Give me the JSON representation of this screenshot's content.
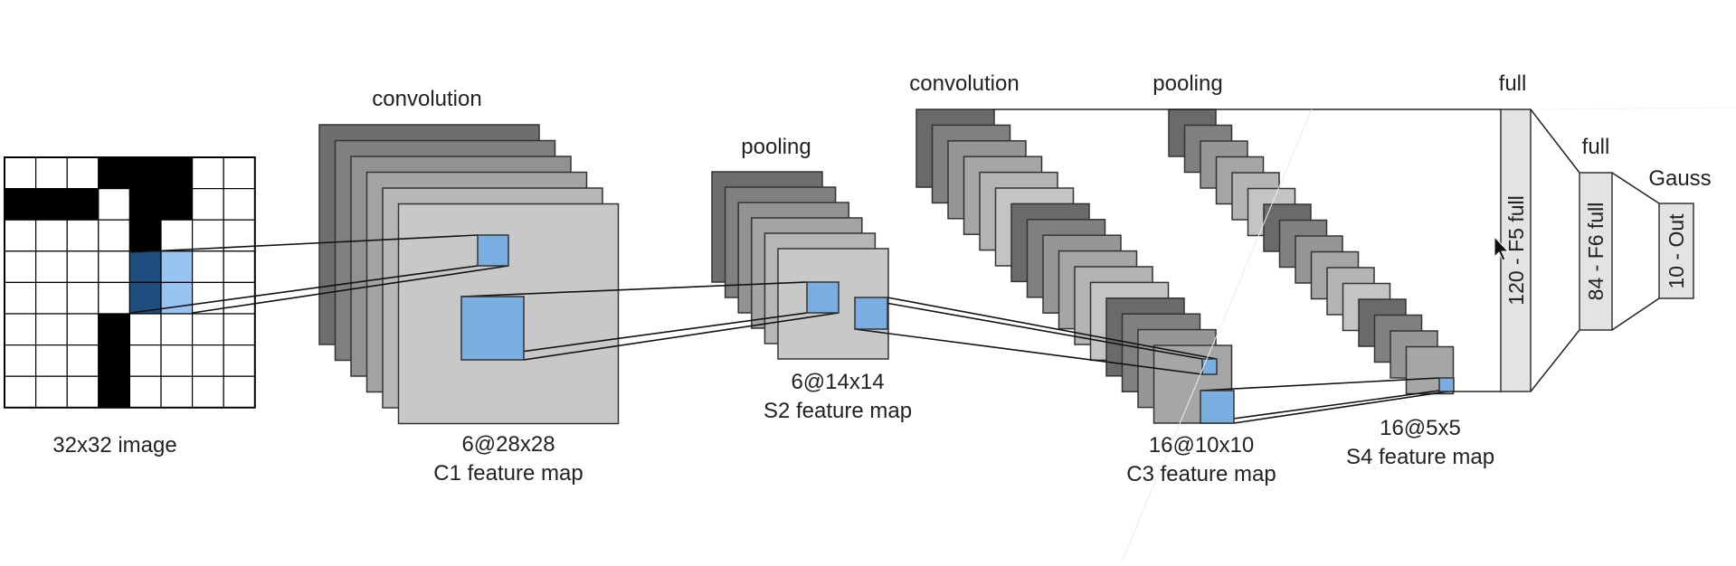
{
  "labels": {
    "input_caption": "32x32 image",
    "c1_op": "convolution",
    "c1_size": "6@28x28",
    "c1_name": "C1 feature map",
    "s2_op": "pooling",
    "s2_size": "6@14x14",
    "s2_name": "S2 feature map",
    "c3_op": "convolution",
    "c3_size": "16@10x10",
    "c3_name": "C3 feature map",
    "s4_op": "pooling",
    "s4_size": "16@5x5",
    "s4_name": "S4 feature map",
    "f5_op": "full",
    "f5_box": "120 - F5 full",
    "f6_op": "full",
    "f6_box": "84 - F6 full",
    "out_op": "Gauss",
    "out_box": "10 - Out"
  },
  "colors": {
    "dark_gray": "#6e6e6e",
    "mid_gray": "#8f8f8f",
    "light_gray": "#c8c8c8",
    "highlight_blue": "#7aaee0",
    "input_dark_blue": "#1d4e7f",
    "input_light_blue": "#98c4f2",
    "black": "#000000"
  },
  "icons": {
    "cursor": "mouse-pointer-icon"
  }
}
